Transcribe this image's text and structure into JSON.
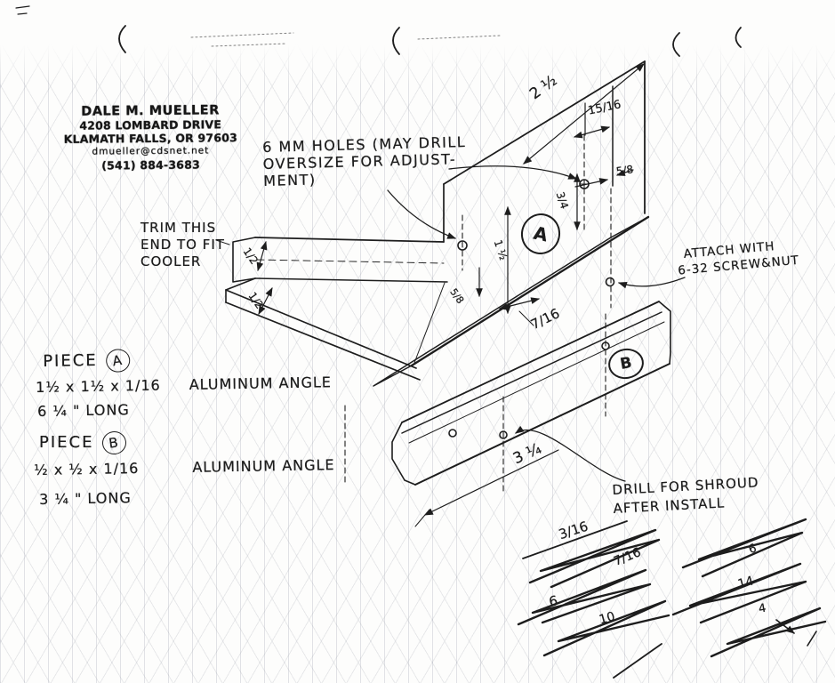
{
  "colors": {
    "ink": "#1d1d1d",
    "grid": "#b9bdc9",
    "paper": "#fdfdfc"
  },
  "stamp": {
    "lines": [
      "DALE M. MUELLER",
      "4208 LOMBARD DRIVE",
      "KLAMATH FALLS, OR 97603",
      "dmueller@cdsnet.net",
      "(541) 884-3683"
    ]
  },
  "notes": {
    "holes": {
      "lines": [
        "6 MM HOLES (MAY DRILL",
        "OVERSIZE FOR ADJUST-",
        "MENT)"
      ]
    },
    "trim": {
      "lines": [
        "TRIM THIS",
        "END TO FIT",
        "COOLER"
      ]
    },
    "attach": {
      "lines": [
        "ATTACH WITH",
        "6-32 SCREW&NUT"
      ]
    },
    "drill": {
      "lines": [
        "DRILL FOR SHROUD",
        "AFTER INSTALL"
      ]
    }
  },
  "pieces": {
    "a": {
      "title": "PIECE",
      "letter": "A",
      "spec": "1½ x 1½ x 1/16",
      "material": "ALUMINUM ANGLE",
      "length": "6 ¼ \" LONG"
    },
    "b": {
      "title": "PIECE",
      "letter": "B",
      "spec": "½ x ½ x 1/16",
      "material": "ALUMINUM ANGLE",
      "length": "3 ¼ \" LONG"
    }
  },
  "callouts": {
    "a": "A",
    "b": "B"
  },
  "dims": [
    "2 ½",
    "15/16",
    "5/8",
    "3/4",
    "1 ½",
    "1/2",
    "1/2",
    "5/8",
    "7/16",
    "3 ¼"
  ],
  "scratch": {
    "left": [
      "3/16",
      "7/16",
      "6",
      "10"
    ],
    "right": [
      "6",
      "14",
      "4"
    ]
  }
}
